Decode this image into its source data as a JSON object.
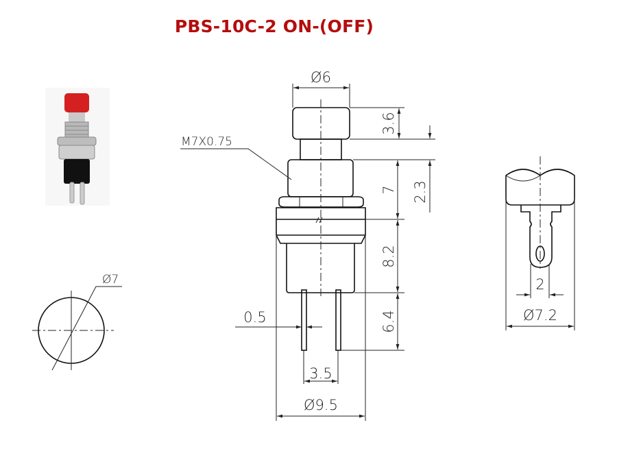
{
  "title": "PBS-10C-2  ON-(OFF)",
  "colors": {
    "title": "#b50d0d",
    "cap": "#d42020",
    "body": "#111111",
    "metal": "#b8b8b8"
  },
  "dimensions": {
    "cap_diameter": "Ø6",
    "cap_height": "3.6",
    "thread": "M7X0.75",
    "travel": "2.3",
    "bushing_length": "7",
    "body_length": "8.2",
    "pin_length": "6.4",
    "pin_width": "0.5",
    "pin_spacing": "3.5",
    "flange_diameter": "Ø9.5",
    "panel_hole": "Ø7",
    "terminal_width": "2",
    "side_diameter": "Ø7.2"
  }
}
